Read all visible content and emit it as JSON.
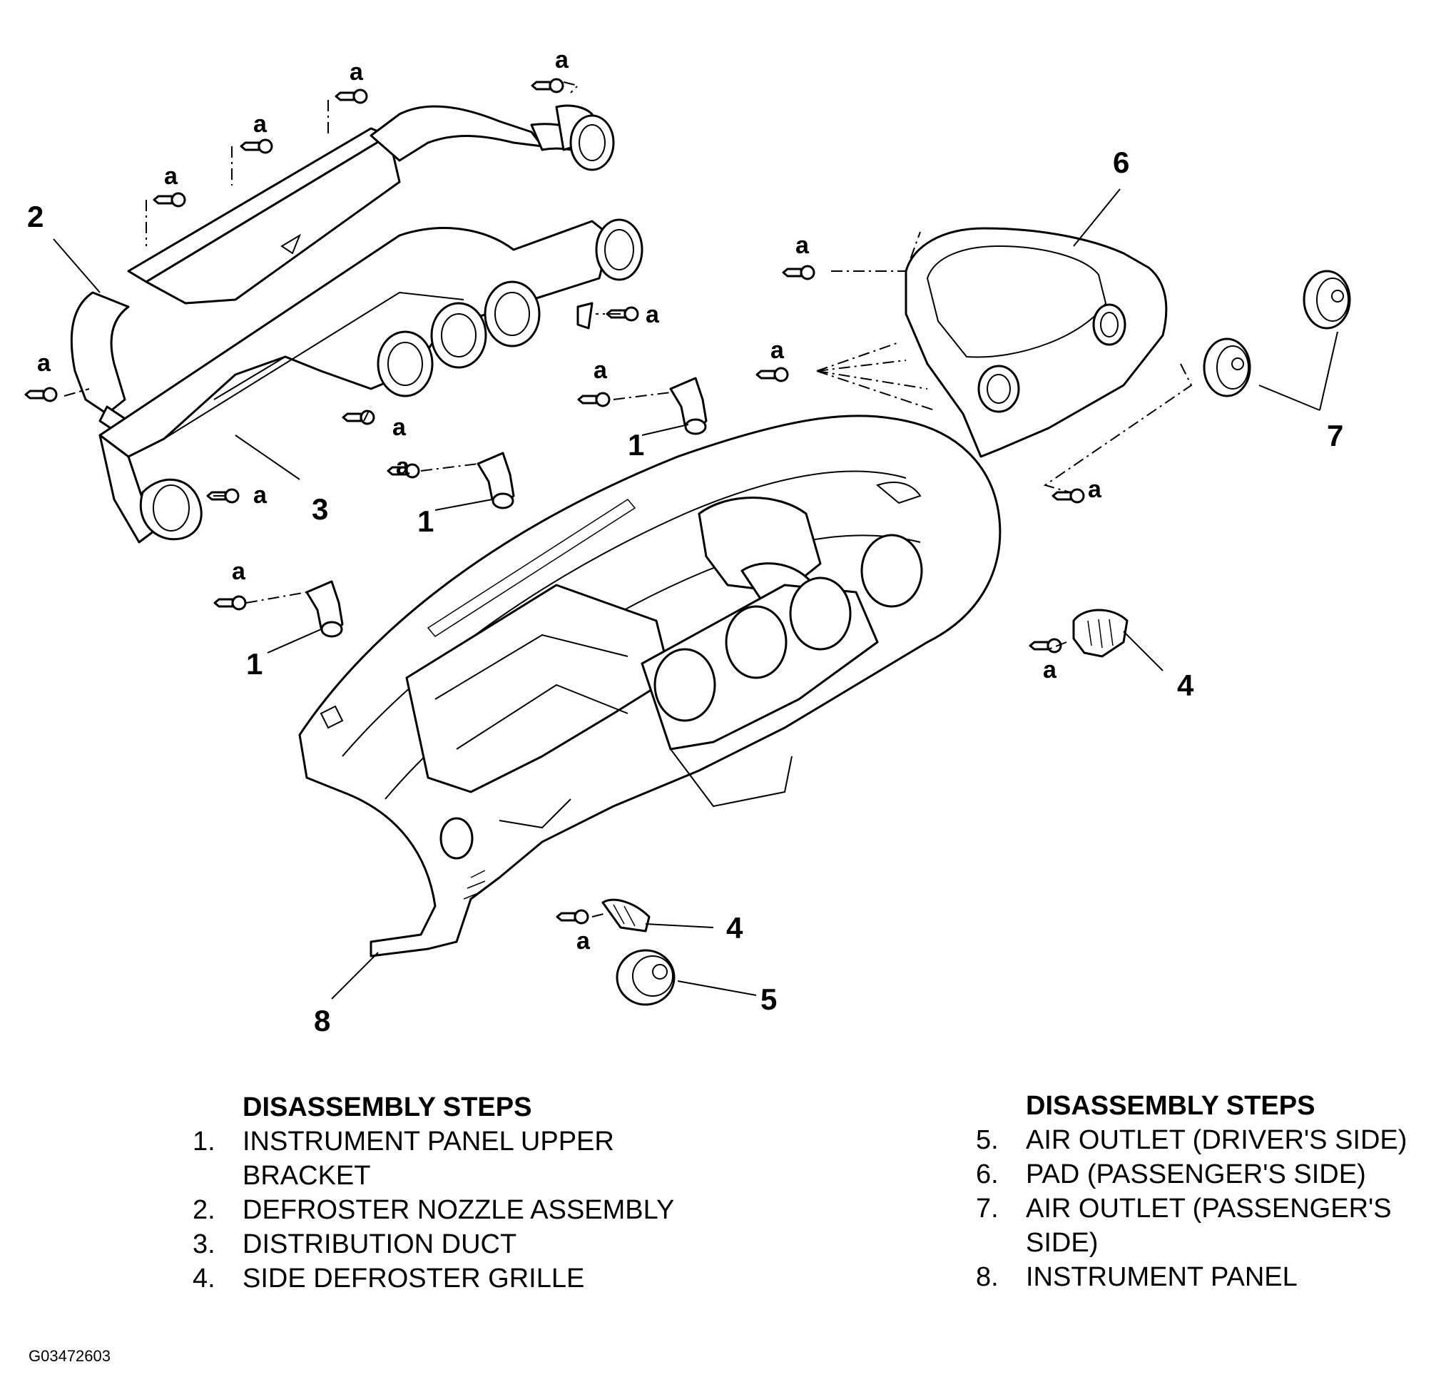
{
  "callouts": {
    "c1a": "1",
    "c1b": "1",
    "c1c": "1",
    "c2": "2",
    "c3": "3",
    "c4a": "4",
    "c4b": "4",
    "c5": "5",
    "c6": "6",
    "c7": "7",
    "c8": "8"
  },
  "fastener_label": "a",
  "legend_left": {
    "heading": "DISASSEMBLY STEPS",
    "steps": [
      {
        "num": "1.",
        "text": "INSTRUMENT PANEL UPPER BRACKET"
      },
      {
        "num": "2.",
        "text": "DEFROSTER NOZZLE ASSEMBLY"
      },
      {
        "num": "3.",
        "text": "DISTRIBUTION DUCT"
      },
      {
        "num": "4.",
        "text": "SIDE DEFROSTER GRILLE"
      }
    ]
  },
  "legend_right": {
    "heading": "DISASSEMBLY STEPS",
    "steps": [
      {
        "num": "5.",
        "text": "AIR OUTLET (DRIVER'S SIDE)"
      },
      {
        "num": "6.",
        "text": "PAD (PASSENGER'S SIDE)"
      },
      {
        "num": "7.",
        "text": "AIR OUTLET (PASSENGER'S SIDE)"
      },
      {
        "num": "8.",
        "text": "INSTRUMENT PANEL"
      }
    ]
  },
  "figure_code": "G03472603"
}
